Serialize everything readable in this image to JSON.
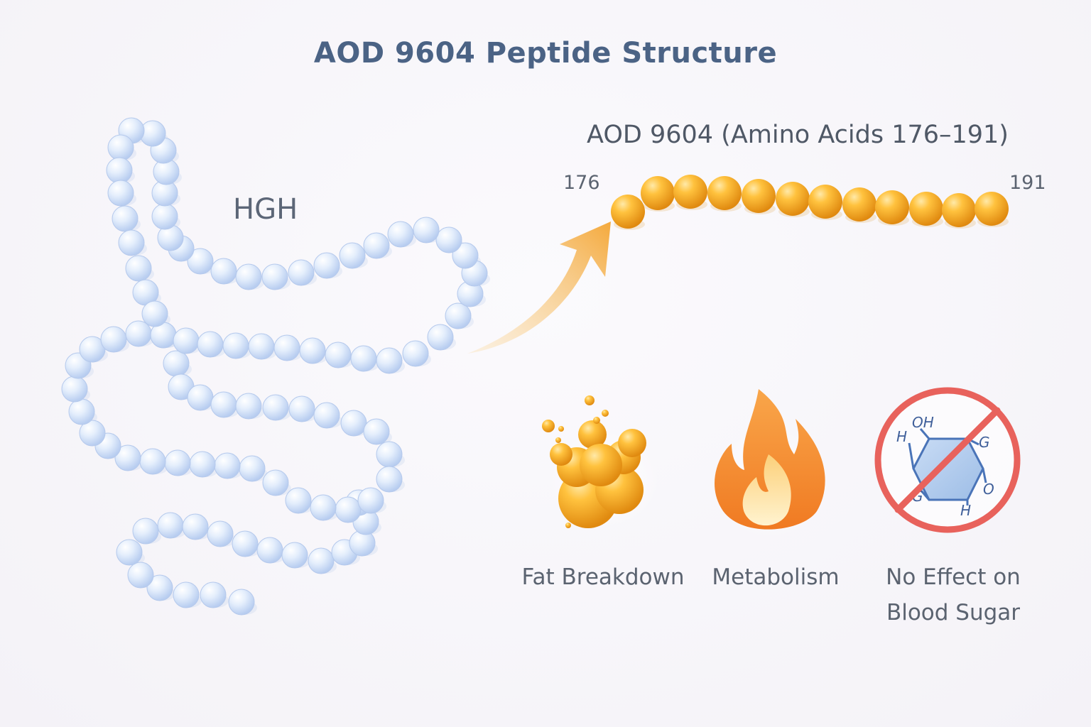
{
  "title": "AOD 9604 Peptide Structure",
  "hgh_label": "HGH",
  "aod_label": "AOD 9604 (Amino Acids 176–191)",
  "residue_start": "176",
  "residue_end": "191",
  "benefits": [
    {
      "label": "Fat Breakdown",
      "icon": "fat-bubbles-icon"
    },
    {
      "label": "Metabolism",
      "icon": "flame-icon"
    },
    {
      "label": "No Effect on Blood Sugar",
      "icon": "no-glucose-icon"
    }
  ],
  "glucose_icon_letters": [
    "OH",
    "H",
    "G",
    "O",
    "H",
    "G"
  ],
  "colors": {
    "title": "#4b6385",
    "hgh_bead": "#cfe0f8",
    "aod_bead": "#f3a820",
    "arrow": "#f6b650",
    "prohibition": "#e8625c"
  }
}
